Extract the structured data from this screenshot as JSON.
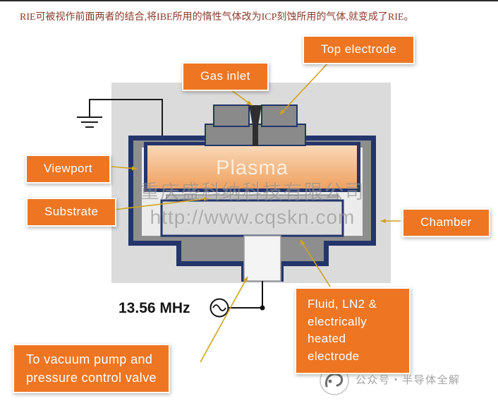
{
  "page": {
    "top_note": "RIE可被视作前面两者的结合,将IBE所用的惰性气体改为ICP刻蚀所用的气体,就变成了RIE。"
  },
  "diagram": {
    "plasma_label": "Plasma",
    "frequency_label": "13.56 MHz",
    "labels": {
      "gas_inlet": "Gas inlet",
      "top_electrode": "Top electrode",
      "viewport": "Viewport",
      "substrate": "Substrate",
      "chamber": "Chamber",
      "heated_electrode": "Fluid, LN2 &\nelectrically\nheated\nelectrode",
      "vacuum_pump": "To vacuum pump and\npressure control valve"
    },
    "icons": {
      "ground": "ground-icon",
      "ac_source": "ac-source-icon",
      "account_logo": "account-logo-icon"
    },
    "colors": {
      "label_orange": "#EE7623",
      "chamber_navy": "#23356B",
      "wall_gray": "#8E8E8E",
      "panel_gray": "#DBDBDB",
      "plasma_light": "#F9D5B2",
      "plasma_dark": "#F0A263",
      "arrow_gold": "#D1A41C"
    }
  },
  "watermark": {
    "company": "重庆盛科纳科技有限公司",
    "url": "http://www.cqskn.com"
  },
  "footer": {
    "account_label": "公众号・半导体全解"
  }
}
